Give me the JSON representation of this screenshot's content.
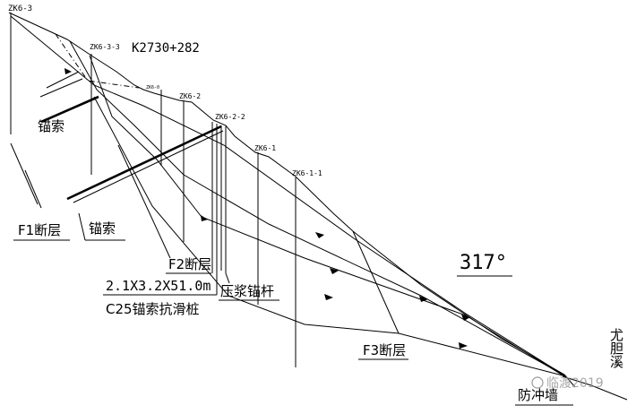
{
  "boreholes": {
    "zk6_3": "ZK6-3",
    "zk6_3_3": "ZK6-3-3",
    "zk6_0": "ZK6-0",
    "zk6_2": "ZK6-2",
    "zk6_2_2": "ZK6-2-2",
    "zk6_1": "ZK6-1",
    "zk6_1_1": "ZK6-1-1"
  },
  "station": "K2730+282",
  "labels": {
    "anchor_cable_upper": "锚索",
    "anchor_cable_lower": "锚索",
    "fault_f1": "F1断层",
    "fault_f2": "F2断层",
    "pile_size": "2.1X3.2X51.0m",
    "pile_type": "C25锚索抗滑桩",
    "grouted_bolt": "压浆锚杆",
    "azimuth": "317°",
    "fault_f3": "F3断层",
    "wall": "防冲墙",
    "creek": "尤胆溪"
  },
  "watermark": "临渡2019",
  "colors": {
    "line": "#000000",
    "background": "#ffffff",
    "watermark": "#9a9a9a"
  }
}
